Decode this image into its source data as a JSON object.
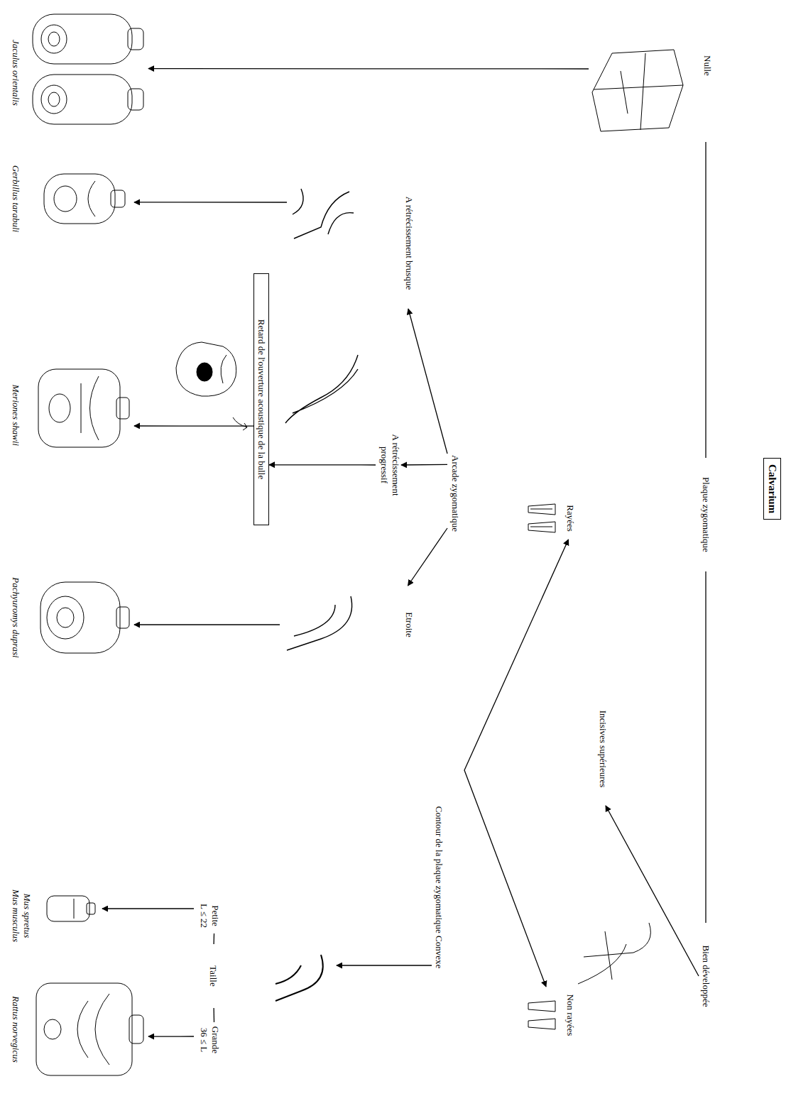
{
  "diagram": {
    "title": "Calvarium",
    "nodes": [
      {
        "text": [
          "Plaque zygomatique"
        ]
      },
      {
        "text": [
          "Nulle"
        ]
      },
      {
        "text": [
          "Bien développée"
        ]
      },
      {
        "text": [
          "Incisives supérieures"
        ]
      },
      {
        "text": [
          "Rayées"
        ]
      },
      {
        "text": [
          "Non rayées"
        ]
      },
      {
        "text": [
          "Arcade zygomatique"
        ]
      },
      {
        "text": [
          "A rétrécissement brusque"
        ]
      },
      {
        "text": [
          "A rétrécissement progressif"
        ]
      },
      {
        "text": [
          "Etroite"
        ]
      },
      {
        "text": [
          "Contour de la plaque zygomatique Convexe"
        ]
      },
      {
        "text": [
          "Retard de l'ouverture acoustique de la bulle"
        ]
      },
      {
        "text": [
          "Taille"
        ]
      },
      {
        "text": [
          "Petite",
          "L ≤ 22"
        ]
      },
      {
        "text": [
          "Grande",
          "36 ≤ L"
        ]
      },
      {
        "text": [
          "Jaculus orientalis"
        ]
      },
      {
        "text": [
          "Gerbillus tarabuli"
        ]
      },
      {
        "text": [
          "Meriones shawii"
        ]
      },
      {
        "text": [
          "Pachyuromys duprasi"
        ]
      },
      {
        "text": [
          "Mus spretus",
          "Mus musculus"
        ]
      },
      {
        "text": [
          "Rattus norvegicus"
        ]
      }
    ],
    "edges": [
      {
        "from": 0,
        "to": 1,
        "arrow": "none"
      },
      {
        "from": 0,
        "to": 2,
        "arrow": "none"
      },
      {
        "from": 1,
        "to": 15,
        "arrow": "to"
      },
      {
        "from": 2,
        "to": 3,
        "arrow": "to"
      },
      {
        "from": 4,
        "to": 5,
        "arrow": "both"
      },
      {
        "from": 6,
        "to": 7,
        "arrow": "to"
      },
      {
        "from": 6,
        "to": 8,
        "arrow": "to"
      },
      {
        "from": 6,
        "to": 9,
        "arrow": "to"
      },
      {
        "from": 7,
        "to": 16,
        "arrow": "to"
      },
      {
        "from": 8,
        "to": 11,
        "arrow": "to"
      },
      {
        "from": 11,
        "to": 17,
        "arrow": "to"
      },
      {
        "from": 9,
        "to": 18,
        "arrow": "to"
      },
      {
        "from": 10,
        "to": 12,
        "arrow": "to"
      },
      {
        "from": 12,
        "to": 13,
        "arrow": "none"
      },
      {
        "from": 12,
        "to": 14,
        "arrow": "none"
      },
      {
        "from": 13,
        "to": 19,
        "arrow": "to"
      },
      {
        "from": 14,
        "to": 20,
        "arrow": "to"
      }
    ]
  }
}
